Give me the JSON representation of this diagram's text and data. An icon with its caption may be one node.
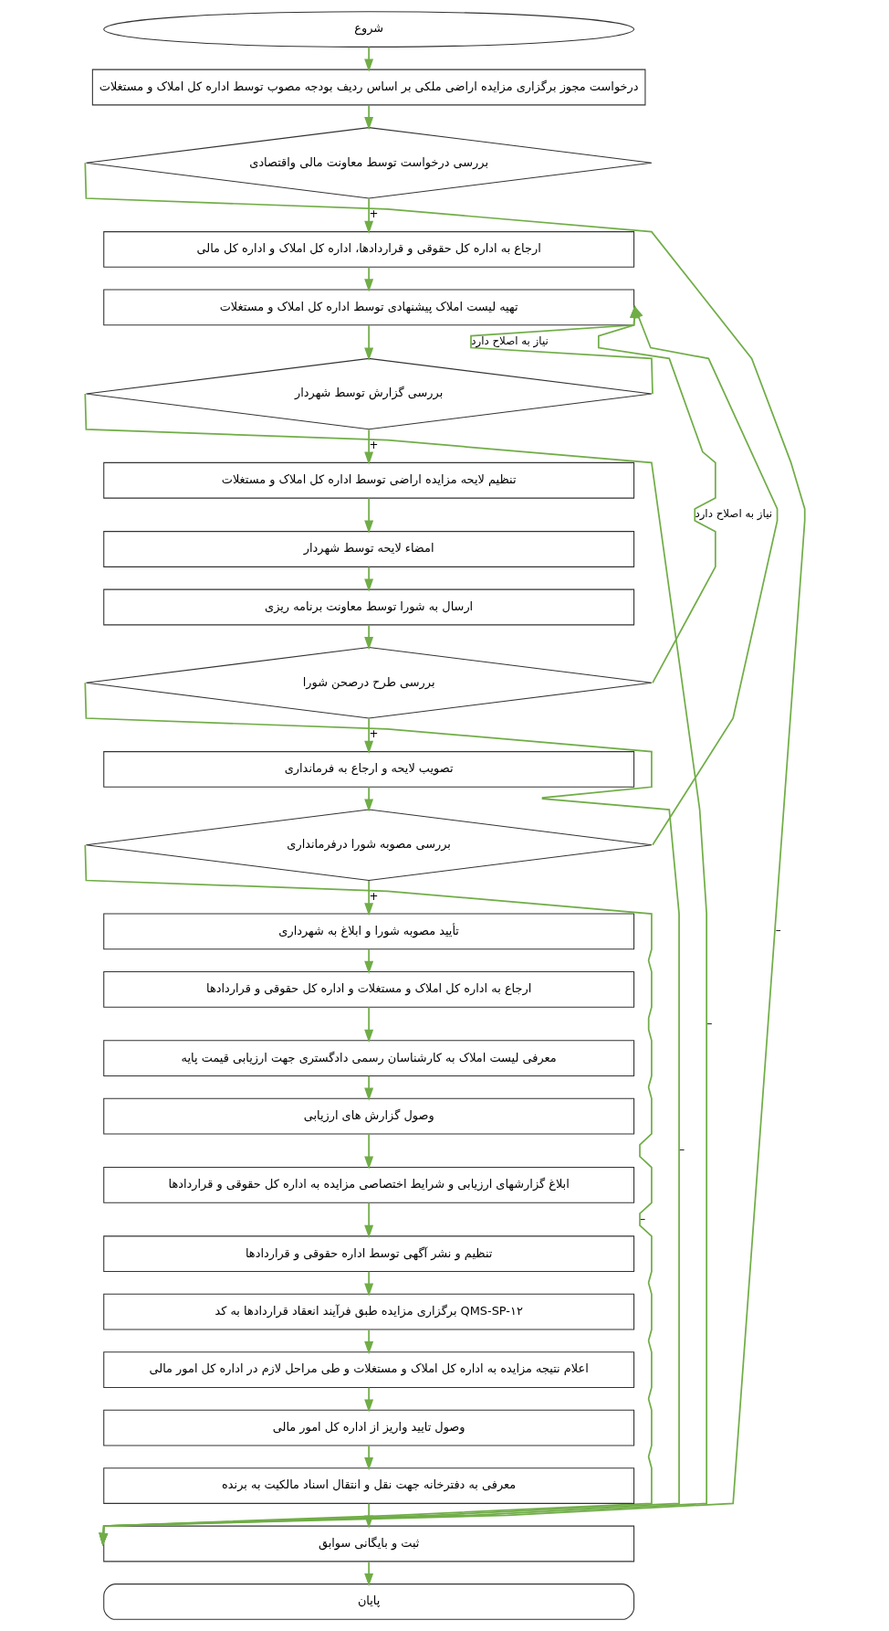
{
  "diagram": {
    "nodes": [
      {
        "text": [
          "شروع"
        ]
      },
      {
        "text": [
          "درخواست مجوز برگزاری مزایده اراضی ملکی بر اساس ردیف بودجه مصوب توسط اداره کل املاک و مستغلات"
        ]
      },
      {
        "text": [
          "بررسی درخواست توسط معاونت مالی واقتصادی"
        ]
      },
      {
        "text": [
          "ارجاع به اداره کل حقوقی و قراردادها، اداره کل املاک و اداره کل مالی"
        ]
      },
      {
        "text": [
          "تهیه لیست املاک پیشنهادی توسط اداره کل املاک و مستغلات"
        ]
      },
      {
        "text": [
          "بررسی گزارش توسط شهردار"
        ]
      },
      {
        "text": [
          "تنظیم لایحه مزایده اراضی توسط اداره کل املاک و مستغلات"
        ]
      },
      {
        "text": [
          "امضاء لایحه توسط شهردار"
        ]
      },
      {
        "text": [
          "ارسال به شورا توسط معاونت برنامه ریزی"
        ]
      },
      {
        "text": [
          "بررسی طرح درصحن شورا"
        ]
      },
      {
        "text": [
          "تصویب لایحه و ارجاع به فرمانداری"
        ]
      },
      {
        "text": [
          "بررسی مصوبه شورا درفرمانداری"
        ]
      },
      {
        "text": [
          "تأیید مصوبه شورا و ابلاغ به شهرداری"
        ]
      },
      {
        "text": [
          "ارجاع به اداره کل املاک و مستغلات و اداره کل حقوقی و قراردادها"
        ]
      },
      {
        "text": [
          "معرفی لیست املاک به کارشناسان رسمی دادگستری جهت ارزیابی قیمت پایه"
        ]
      },
      {
        "text": [
          "وصول گزارش های ارزیابی"
        ]
      },
      {
        "text": [
          "ابلاغ گزارشهای ارزیابی و شرایط اختصاصی مزایده به اداره کل حقوقی و قراردادها"
        ]
      },
      {
        "text": [
          "تنظیم و نشر آگهی توسط اداره حقوقی و قراردادها"
        ]
      },
      {
        "text": [
          "برگزاری مزایده طبق فرآیند انعقاد قراردادها به کد QMS-SP-۱۲"
        ]
      },
      {
        "text": [
          "اعلام نتیجه مزایده به اداره کل املاک و مستغلات و طی مراحل لازم در اداره کل امور مالی"
        ]
      },
      {
        "text": [
          "وصول تایید واریز از اداره کل امور مالی"
        ]
      },
      {
        "text": [
          "معرفی به دفترخانه جهت نقل و انتقال اسناد مالکیت به برنده"
        ]
      },
      {
        "text": [
          "ثبت و بایگانی سوابق"
        ]
      },
      {
        "text": [
          "پایان"
        ]
      }
    ],
    "edges": [
      {
        "from": 0,
        "to": 1,
        "arrow": "to"
      },
      {
        "from": 1,
        "to": 2,
        "arrow": "to"
      },
      {
        "from": 2,
        "to": 3,
        "arrow": "to",
        "label": "+"
      },
      {
        "from": 3,
        "to": 4,
        "arrow": "to"
      },
      {
        "from": 4,
        "to": 5,
        "arrow": "to"
      },
      {
        "from": 5,
        "to": 6,
        "arrow": "to",
        "label": "+"
      },
      {
        "from": 6,
        "to": 7,
        "arrow": "to"
      },
      {
        "from": 7,
        "to": 8,
        "arrow": "to"
      },
      {
        "from": 8,
        "to": 9,
        "arrow": "to"
      },
      {
        "from": 9,
        "to": 10,
        "arrow": "to",
        "label": "+"
      },
      {
        "from": 10,
        "to": 11,
        "arrow": "to"
      },
      {
        "from": 11,
        "to": 12,
        "arrow": "to",
        "label": "+"
      },
      {
        "from": 12,
        "to": 13,
        "arrow": "to"
      },
      {
        "from": 13,
        "to": 14,
        "arrow": "to"
      },
      {
        "from": 14,
        "to": 15,
        "arrow": "to"
      },
      {
        "from": 15,
        "to": 16,
        "arrow": "to"
      },
      {
        "from": 16,
        "to": 17,
        "arrow": "to"
      },
      {
        "from": 17,
        "to": 18,
        "arrow": "to"
      },
      {
        "from": 18,
        "to": 19,
        "arrow": "to"
      },
      {
        "from": 19,
        "to": 20,
        "arrow": "to"
      },
      {
        "from": 20,
        "to": 21,
        "arrow": "to"
      },
      {
        "from": 21,
        "to": 22,
        "arrow": "to"
      },
      {
        "from": 22,
        "to": 23,
        "arrow": "to"
      },
      {
        "from": 2,
        "to": 22,
        "arrow": "to",
        "label": "–"
      },
      {
        "from": 5,
        "to": 22,
        "arrow": "to",
        "label": "–"
      },
      {
        "from": 9,
        "to": 22,
        "arrow": "to",
        "label": "–"
      },
      {
        "from": 11,
        "to": 22,
        "arrow": "to",
        "label": "–"
      },
      {
        "from": 5,
        "to": 4,
        "arrow": "to",
        "label": "نیاز به اصلاح دارد"
      },
      {
        "from": 9,
        "to": 4,
        "arrow": "to",
        "label": "نیاز به اصلاح دارد"
      },
      {
        "from": 11,
        "to": 4,
        "arrow": "to"
      }
    ]
  }
}
